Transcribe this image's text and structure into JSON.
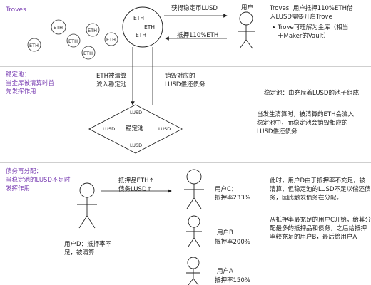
{
  "sections": {
    "troves": {
      "label": "Troves"
    },
    "stability_pool": {
      "label": [
        "稳定池：",
        "当金库被清算时首",
        "先发挥作用"
      ]
    },
    "redistribution": {
      "label": [
        "债务再分配：",
        "当稳定池的LUSD不足时",
        "发挥作用"
      ]
    }
  },
  "troves": {
    "eth_small": [
      "ETH",
      "ETH",
      "ETH",
      "ETH",
      "ETH",
      "ETH"
    ],
    "eth_big": [
      "ETH",
      "ETH",
      "ETH"
    ],
    "arrow_top_label": "获得稳定币LUSD",
    "arrow_bottom_label": "抵押110%ETH",
    "user_label": "用户",
    "desc": [
      "Troves: 用户抵押110%ETH借",
      "入LUSD需要开启Trove"
    ],
    "bullet": [
      "Trove可理解为金库（相当",
      "于Maker的Vault）"
    ]
  },
  "pool": {
    "left_arrow_label": [
      "ETH被清算",
      "流入稳定池"
    ],
    "right_arrow_label": [
      "销毁对应的",
      "LUSD偿还债务"
    ],
    "diamond_center": "稳定池",
    "lusd": [
      "LUSD",
      "LUSD",
      "LUSD",
      "LUSD"
    ],
    "desc1": "稳定池：由充斥着LUSD的池子组成",
    "desc2": [
      "当发生清算时，被清算的ETH会流入",
      "稳定池中，而稳定池会销毁相应的",
      "LUSD偿还债务"
    ]
  },
  "redistribution": {
    "arrow_label": [
      "抵押品ETH↑",
      "债务LUSD↑"
    ],
    "user_d": [
      "用户D：抵押率不",
      "足，被清算"
    ],
    "user_c": [
      "用户C：",
      "抵押率233%"
    ],
    "user_b": [
      "用户B",
      "抵押率200%"
    ],
    "user_a": [
      "用户A",
      "抵押率150%"
    ],
    "desc1": [
      "此时，用户D由于抵押率不充足，被",
      "清算，但稳定池的LUSD不足以偿还债",
      "务，因此触发债务在分配。"
    ],
    "desc2": [
      "从抵押率最充足的用户C开始，给其分",
      "配最多的抵押品和债务，之后给抵押",
      "率较充足的用户B，最后给用户A"
    ]
  }
}
